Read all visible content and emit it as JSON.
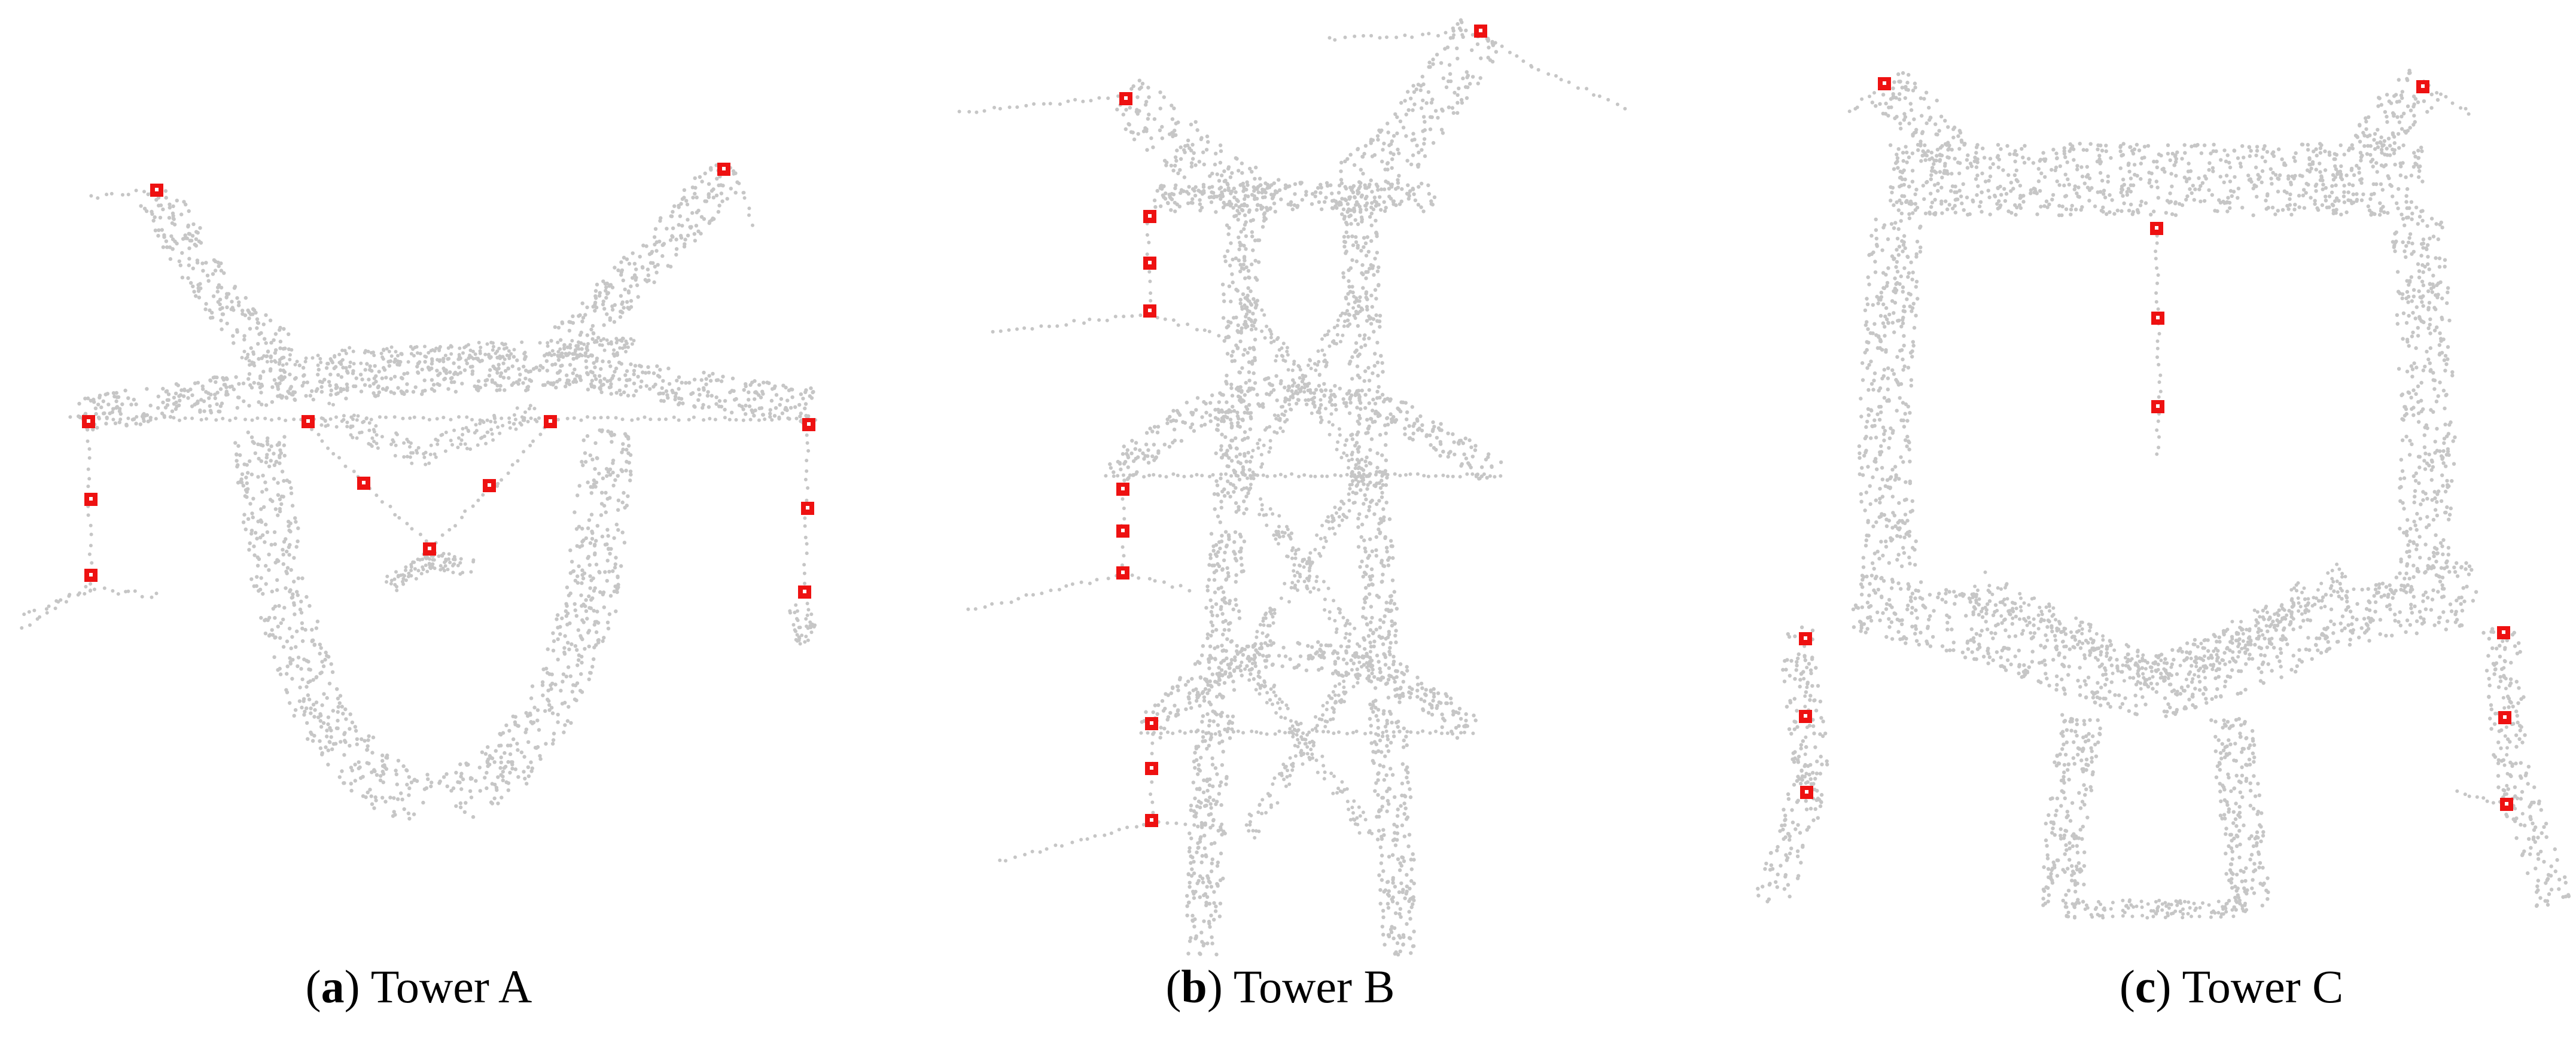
{
  "colors": {
    "point_cloud": "#c6c6c6",
    "marker": "#ee1111",
    "marker_core": "#ffffff"
  },
  "panels": [
    {
      "letter": "a",
      "label": "Tower A"
    },
    {
      "letter": "b",
      "label": "Tower B"
    },
    {
      "letter": "c",
      "label": "Tower C"
    }
  ]
}
